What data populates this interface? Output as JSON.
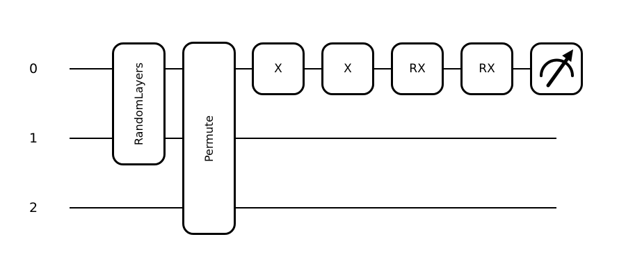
{
  "figure": {
    "type": "quantum-circuit-diagram",
    "background_color": "#ffffff",
    "ink_color": "#000000"
  },
  "wires": [
    {
      "label": "0"
    },
    {
      "label": "1"
    },
    {
      "label": "2"
    }
  ],
  "gates": [
    {
      "label": "RandomLayers",
      "wires": "0-1"
    },
    {
      "label": "Permute",
      "wires": "0-2"
    },
    {
      "label": "X",
      "wires": "0"
    },
    {
      "label": "X",
      "wires": "0"
    },
    {
      "label": "RX",
      "wires": "0"
    },
    {
      "label": "RX",
      "wires": "0"
    },
    {
      "label": "",
      "icon": "measurement-gauge-icon",
      "wires": "0"
    }
  ]
}
